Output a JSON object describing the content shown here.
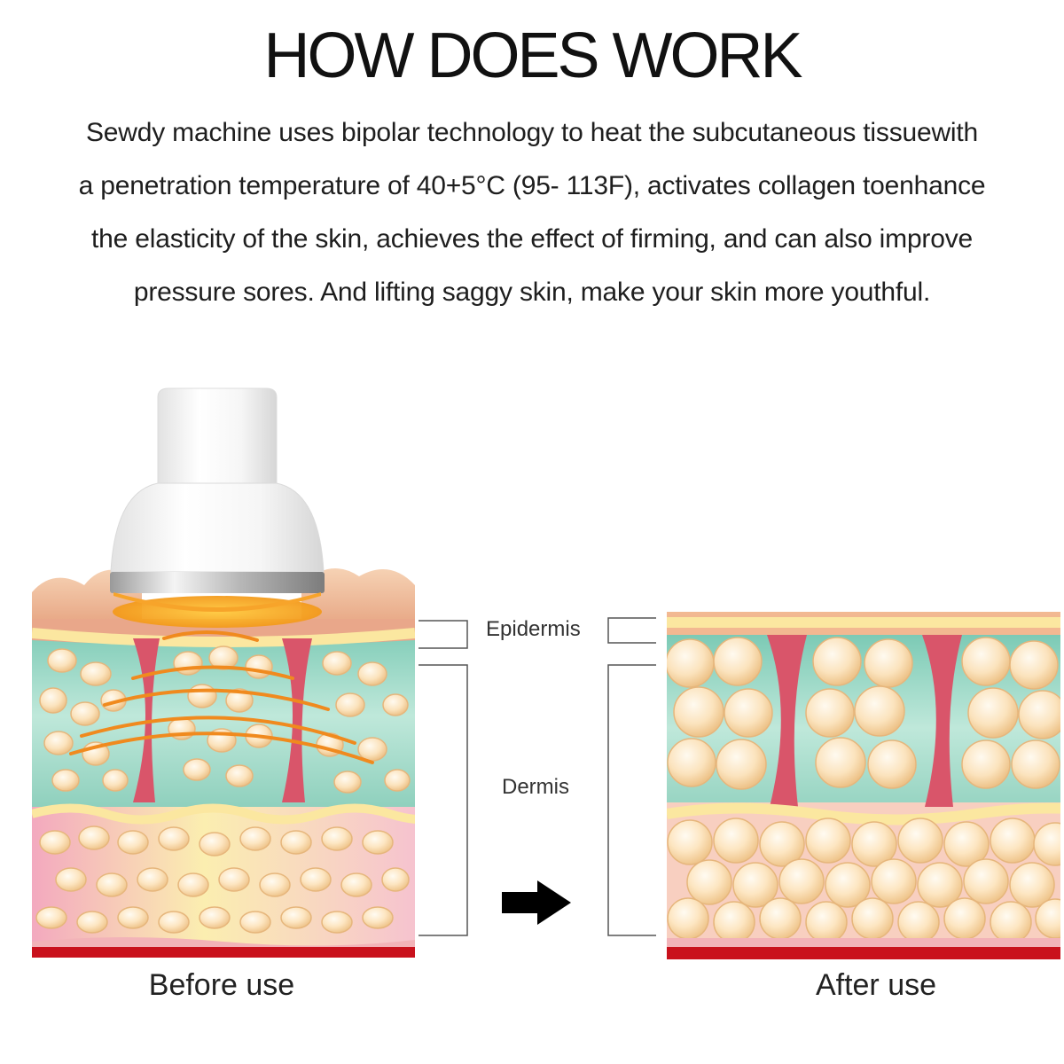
{
  "title": "HOW DOES WORK",
  "description": [
    "Sewdy machine uses bipolar technology to heat the subcutaneous tissuewith",
    "a penetration temperature of 40+5°C (95- 113F), activates collagen toenhance",
    "the elasticity of the skin, achieves the effect of firming, and can also improve",
    "pressure sores. And lifting saggy skin, make your skin more youthful."
  ],
  "labels": {
    "epidermis": "Epidermis",
    "dermis": "Dermis"
  },
  "captions": {
    "before": "Before use",
    "after": "After use"
  },
  "icons": {
    "device": "rf-device-icon",
    "arrow": "arrow-right-icon"
  },
  "colors": {
    "epidermis_before": "#f2c4a0",
    "epidermis_after": "#f5c098",
    "dermis_teal": "#9fd8c8",
    "fat_cell": "#fbe3bd",
    "fat_cell_edge": "#e9bd84",
    "septum": "#d9556a",
    "heat_wave": "#f08a1e",
    "lower_pink": "#f6b7c8",
    "base_red": "#c9111c",
    "yellow_band": "#fbe7a0"
  }
}
